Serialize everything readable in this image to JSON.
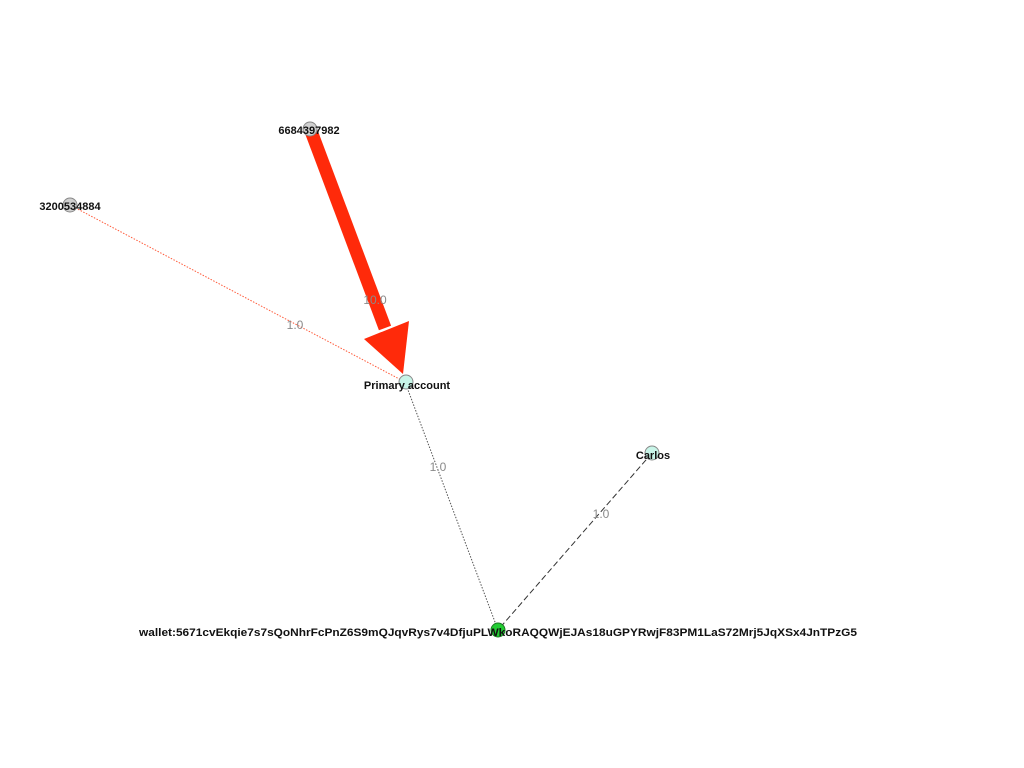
{
  "graph": {
    "nodes": [
      {
        "id": "n6684",
        "label": "6684397982",
        "color": "#d0d0d0"
      },
      {
        "id": "n3200",
        "label": "3200534884",
        "color": "#d0d0d0"
      },
      {
        "id": "primary",
        "label": "Primary account",
        "color": "#c8f5e8"
      },
      {
        "id": "carlos",
        "label": "Carlos",
        "color": "#c8f5e8"
      },
      {
        "id": "wallet",
        "label": "wallet:5671cvEkqie7s7sQoNhrFcPnZ6S9mQJqvRys7v4DfjuPLWkoRAQQWjEJAs18uGPYRwjF83PM1LaS72Mrj5JqXSx4JnTPzG5",
        "color": "#22cc33"
      }
    ],
    "edges": [
      {
        "id": "e1",
        "source": "n6684",
        "target": "primary",
        "weight": "10.0",
        "color": "#ff2a0a",
        "directed": true,
        "style": "thick"
      },
      {
        "id": "e2",
        "source": "n3200",
        "target": "primary",
        "weight": "1.0",
        "color": "#ff5a3a",
        "directed": false,
        "style": "dotted"
      },
      {
        "id": "e3",
        "source": "primary",
        "target": "wallet",
        "weight": "1.0",
        "color": "#555555",
        "directed": false,
        "style": "dotted"
      },
      {
        "id": "e4",
        "source": "carlos",
        "target": "wallet",
        "weight": "1.0",
        "color": "#333333",
        "directed": false,
        "style": "dashed"
      }
    ]
  }
}
